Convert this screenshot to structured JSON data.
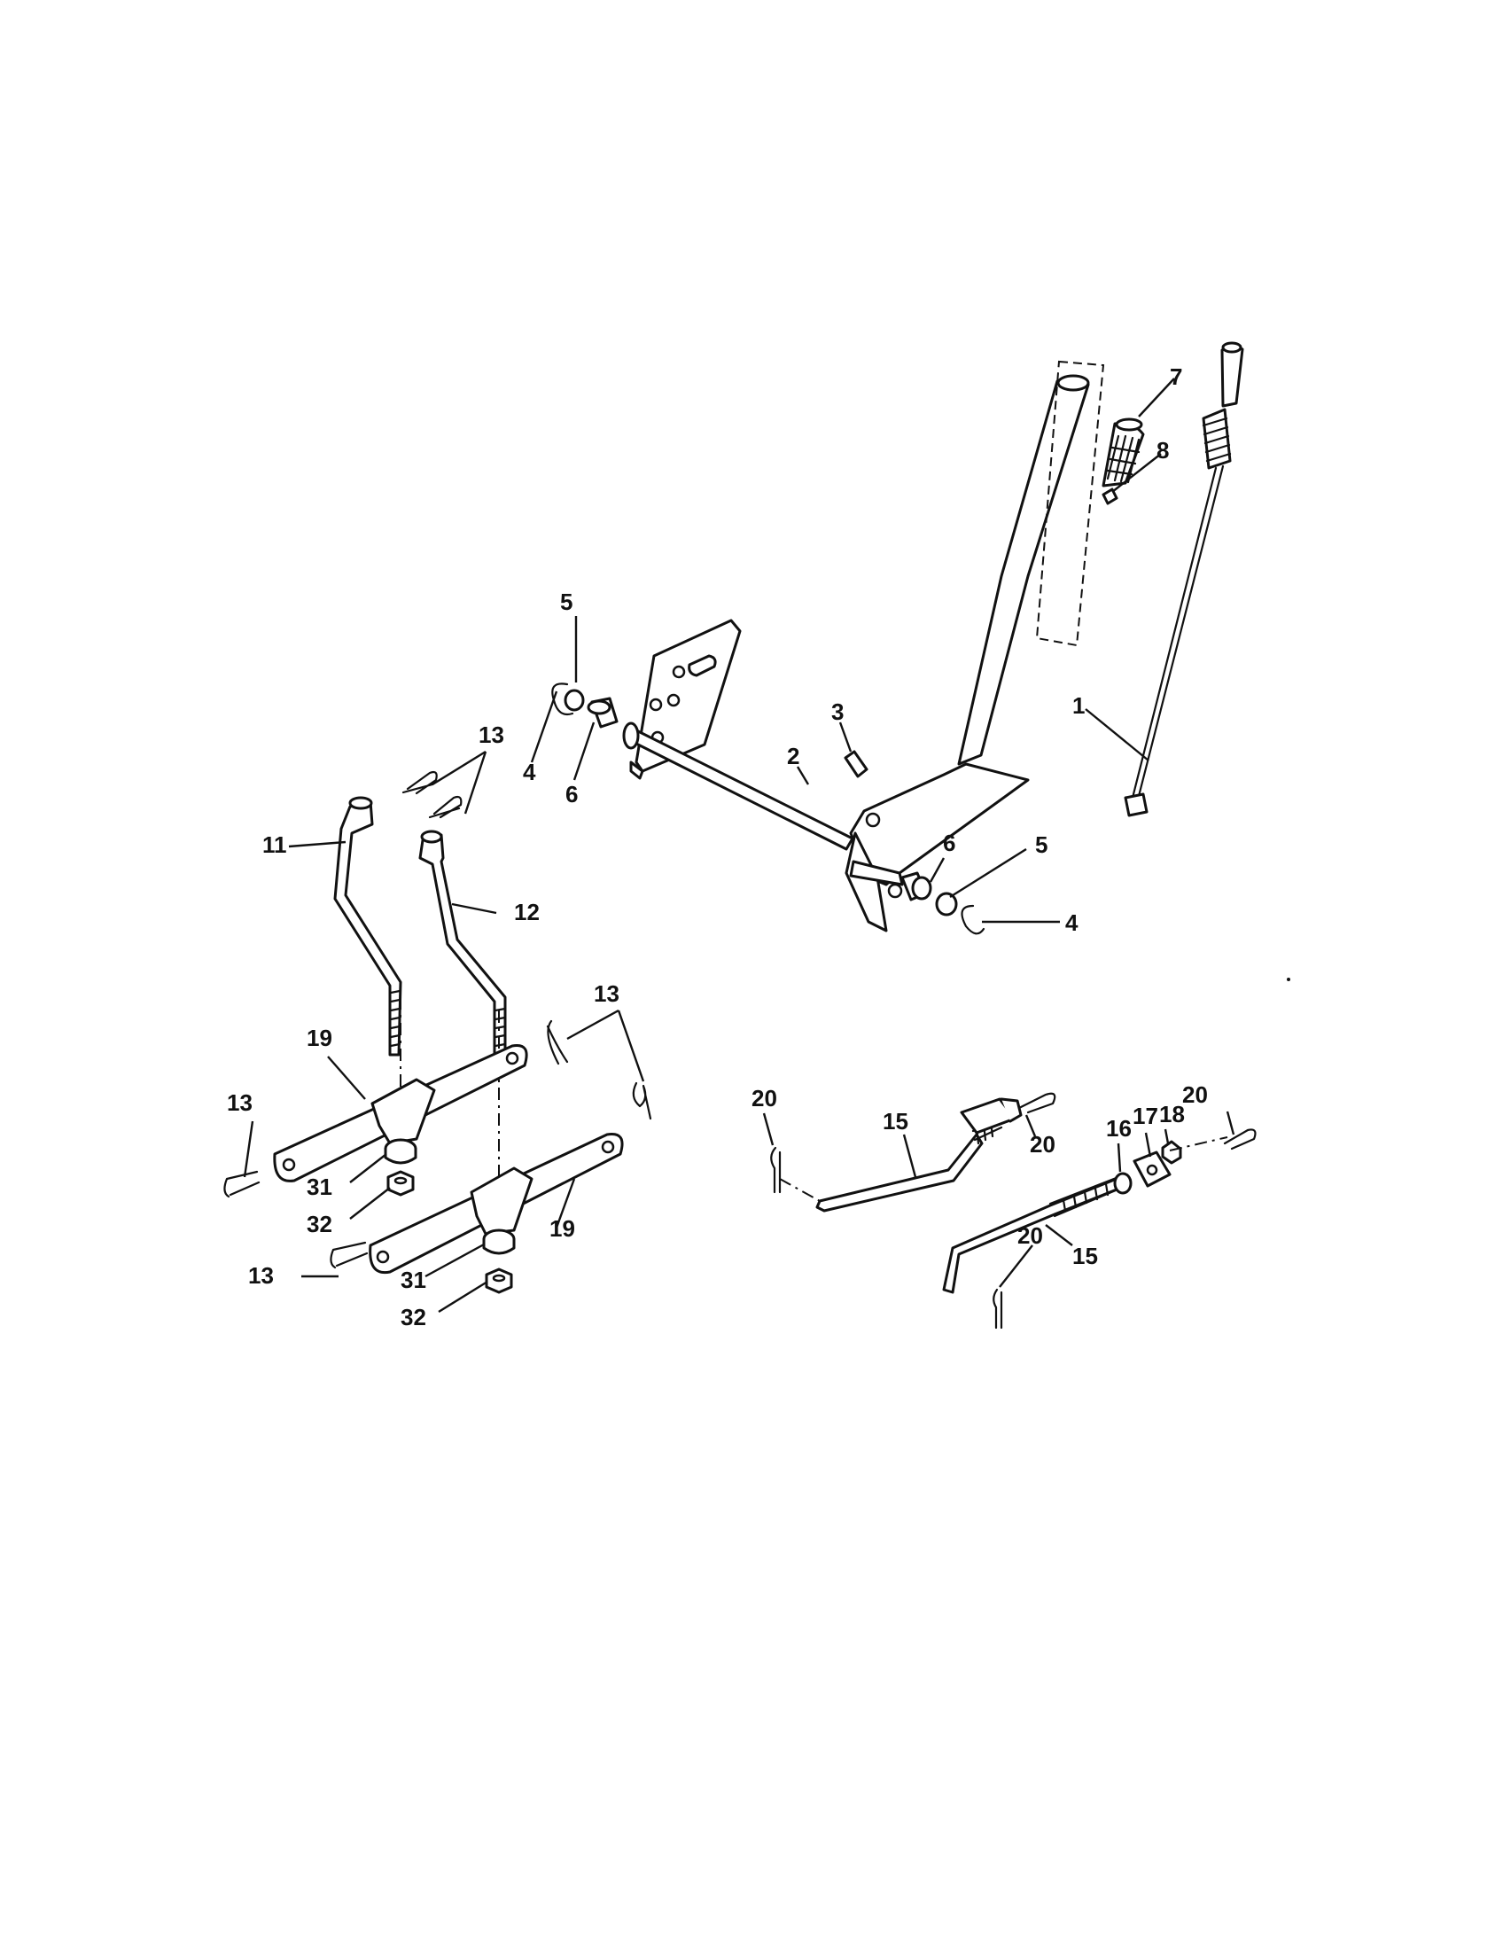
{
  "callouts": {
    "c1": "1",
    "c2": "2",
    "c3": "3",
    "c4a": "4",
    "c4b": "4",
    "c5a": "5",
    "c5b": "5",
    "c6a": "6",
    "c6b": "6",
    "c7": "7",
    "c8": "8",
    "c11": "11",
    "c12": "12",
    "c13a": "13",
    "c13b": "13",
    "c13c": "13",
    "c13d": "13",
    "c15a": "15",
    "c15b": "15",
    "c16": "16",
    "c17": "17",
    "c18": "18",
    "c19a": "19",
    "c19b": "19",
    "c20a": "20",
    "c20b": "20",
    "c20c": "20",
    "c20d": "20",
    "c31a": "31",
    "c31b": "31",
    "c32a": "32",
    "c32b": "32"
  },
  "colors": {
    "line": "#111111",
    "background": "#ffffff"
  }
}
